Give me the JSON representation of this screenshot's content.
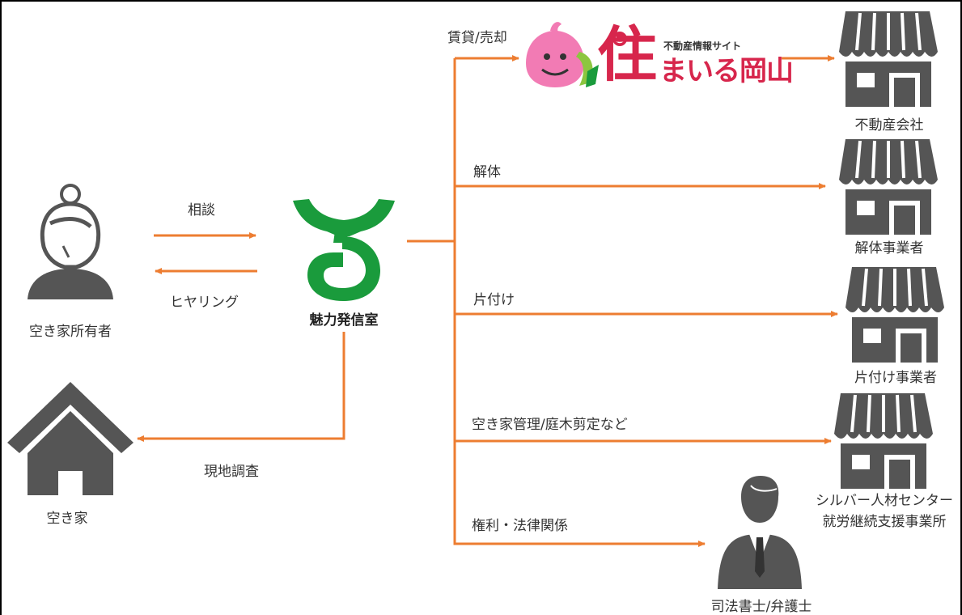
{
  "colors": {
    "arrow": "#ED7D31",
    "icon": "#555555",
    "logo_green": "#1A9B3C",
    "suma_red": "#D7264C",
    "suma_pink": "#F27BB4"
  },
  "nodes": {
    "owner": "空き家所有者",
    "house": "空き家",
    "office": "魅力発信室",
    "real_estate": "不動産会社",
    "demolition": "解体事業者",
    "cleanup": "片付け事業者",
    "silver_line1": "シルバー人材センター",
    "silver_line2": "就労継続支援事業所",
    "lawyer": "司法書士/弁護士"
  },
  "edges": {
    "consult": "相談",
    "hearing": "ヒヤリング",
    "survey": "現地調査",
    "rent_sell": "賃貸/売却",
    "demolish": "解体",
    "tidy": "片付け",
    "manage": "空き家管理/庭木剪定など",
    "legal": "権利・法律関係"
  },
  "logo": {
    "site_small": "不動産情報サイト",
    "site_char": "住",
    "site_name": "まいる岡山"
  },
  "icons": [
    "person-female-icon",
    "house-icon",
    "city-emblem-icon",
    "store-icon",
    "person-business-icon"
  ]
}
